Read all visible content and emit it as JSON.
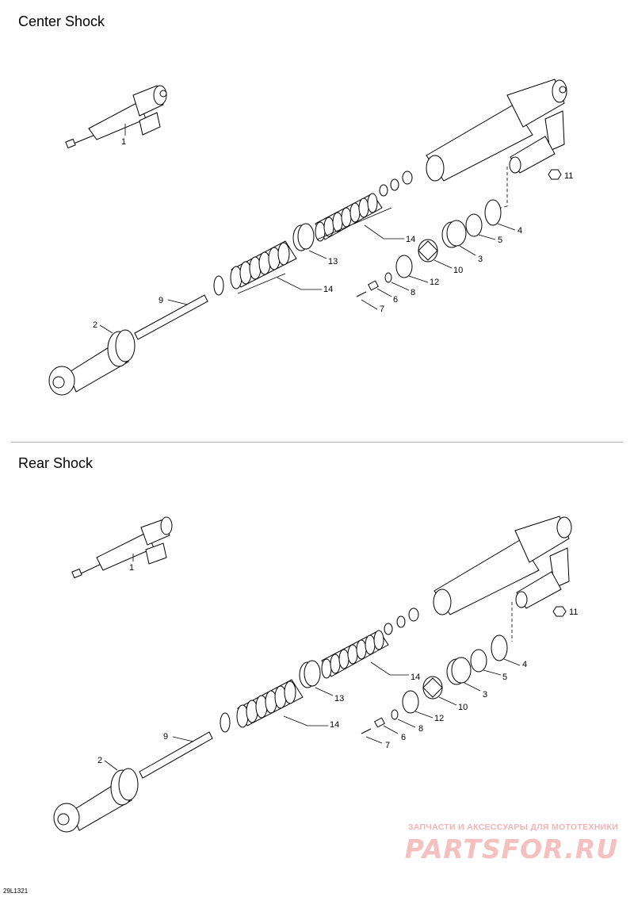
{
  "sections": [
    {
      "title": "Center Shock"
    },
    {
      "title": "Rear Shock"
    }
  ],
  "callouts": {
    "c1": "1",
    "c2": "2",
    "c3": "3",
    "c4": "4",
    "c5": "5",
    "c6": "6",
    "c7": "7",
    "c8": "8",
    "c9": "9",
    "c10": "10",
    "c11": "11",
    "c12": "12",
    "c13": "13",
    "c14": "14"
  },
  "drawing_code": "29L1321",
  "watermark": {
    "tagline": "ЗАПЧАСТИ И АКСЕССУАРЫ ДЛЯ МОТОТЕХНИКИ",
    "brand": "PARTSFOR.RU"
  }
}
